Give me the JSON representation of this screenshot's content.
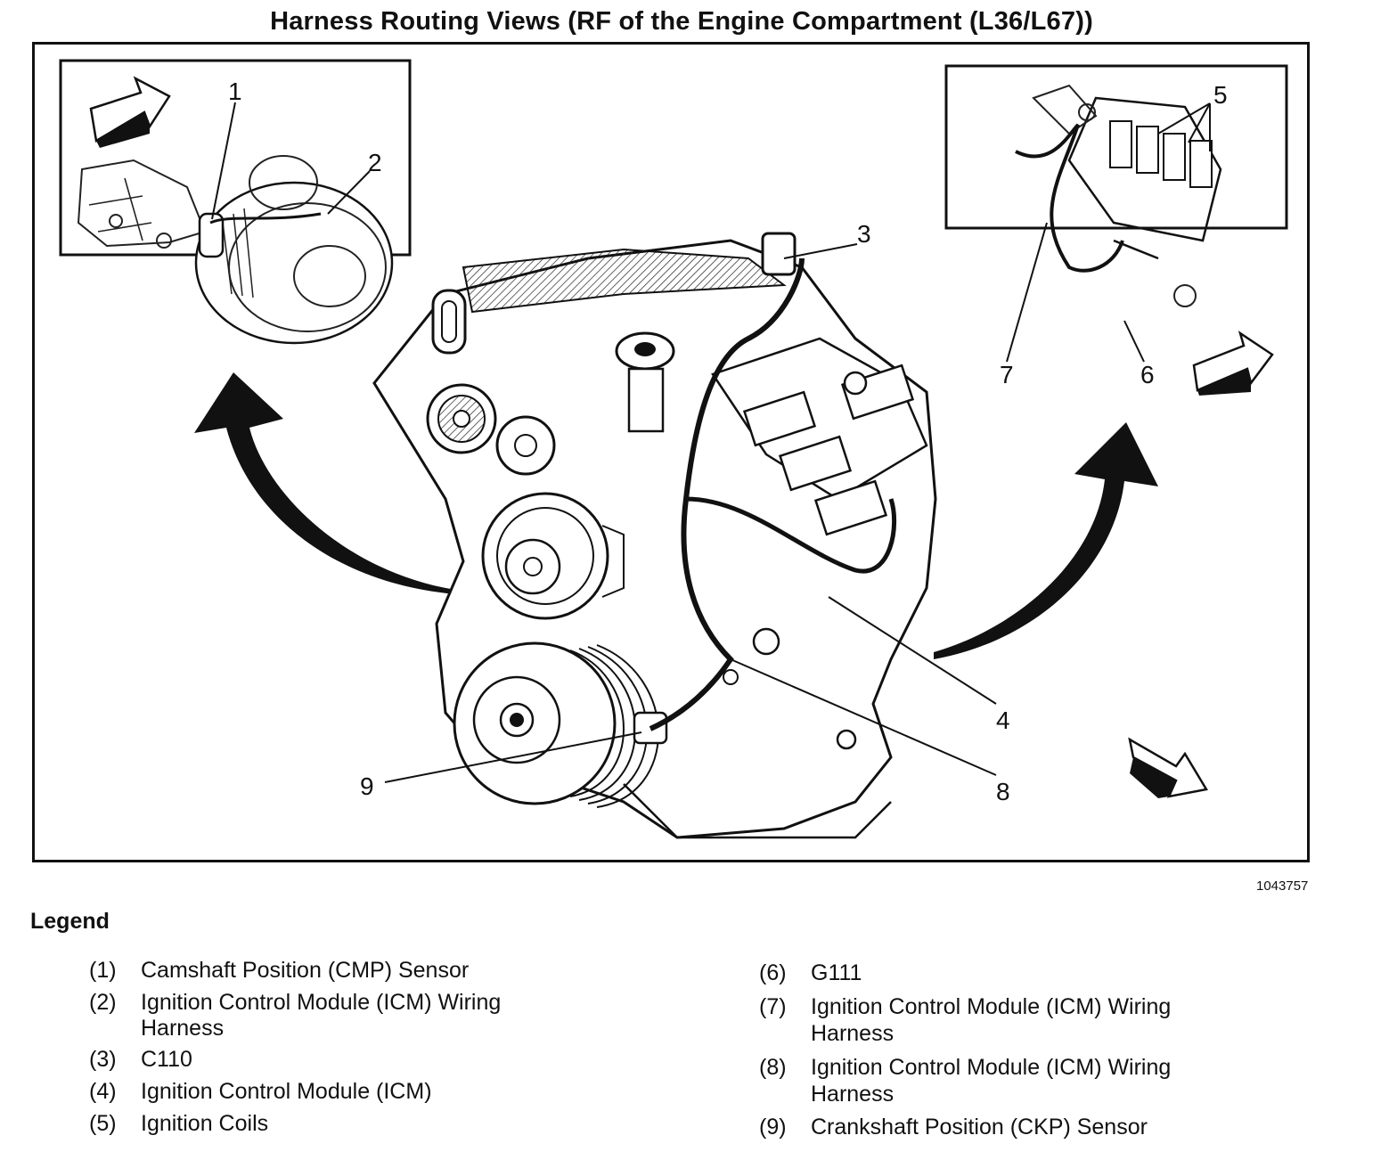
{
  "title": "Harness Routing Views (RF of the Engine Compartment (L36/L67))",
  "figure_id": "1043757",
  "callouts": [
    "1",
    "2",
    "3",
    "4",
    "5",
    "6",
    "7",
    "8",
    "9"
  ],
  "legend": {
    "title": "Legend",
    "items": [
      {
        "num": "(1)",
        "text": "Camshaft Position (CMP) Sensor"
      },
      {
        "num": "(2)",
        "text": "Ignition Control Module (ICM) Wiring",
        "text2": "Harness"
      },
      {
        "num": "(3)",
        "text": "C110"
      },
      {
        "num": "(4)",
        "text": "Ignition Control Module (ICM)"
      },
      {
        "num": "(5)",
        "text": "Ignition Coils"
      },
      {
        "num": "(6)",
        "text": "G111"
      },
      {
        "num": "(7)",
        "text": "Ignition Control Module (ICM) Wiring",
        "text2": "Harness"
      },
      {
        "num": "(8)",
        "text": "Ignition Control Module (ICM) Wiring",
        "text2": "Harness"
      },
      {
        "num": "(9)",
        "text": "Crankshaft Position (CKP) Sensor"
      }
    ]
  }
}
